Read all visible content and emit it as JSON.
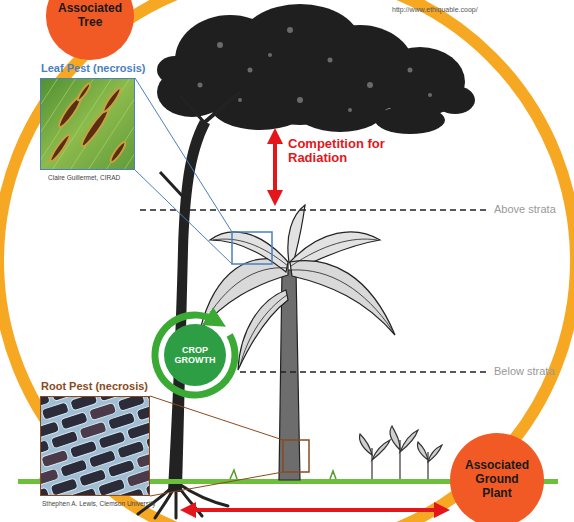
{
  "diagram": {
    "nodes": [
      {
        "text": [
          "Associated Tree"
        ]
      },
      {
        "text": [
          "Leaf Pest (necrosis)"
        ]
      },
      {
        "text": [
          "CROP GROWTH"
        ]
      },
      {
        "text": [
          "Root Pest (necrosis)"
        ]
      },
      {
        "text": [
          "Associated Ground Plant"
        ]
      }
    ],
    "labels": [
      "http://www.ethiquable.coop/",
      "Competition for Radiation",
      "Above strata",
      "Claire Guillermet, CIRAD",
      "Below strata",
      "Sthephen A. Lewis, Clemson University"
    ]
  }
}
